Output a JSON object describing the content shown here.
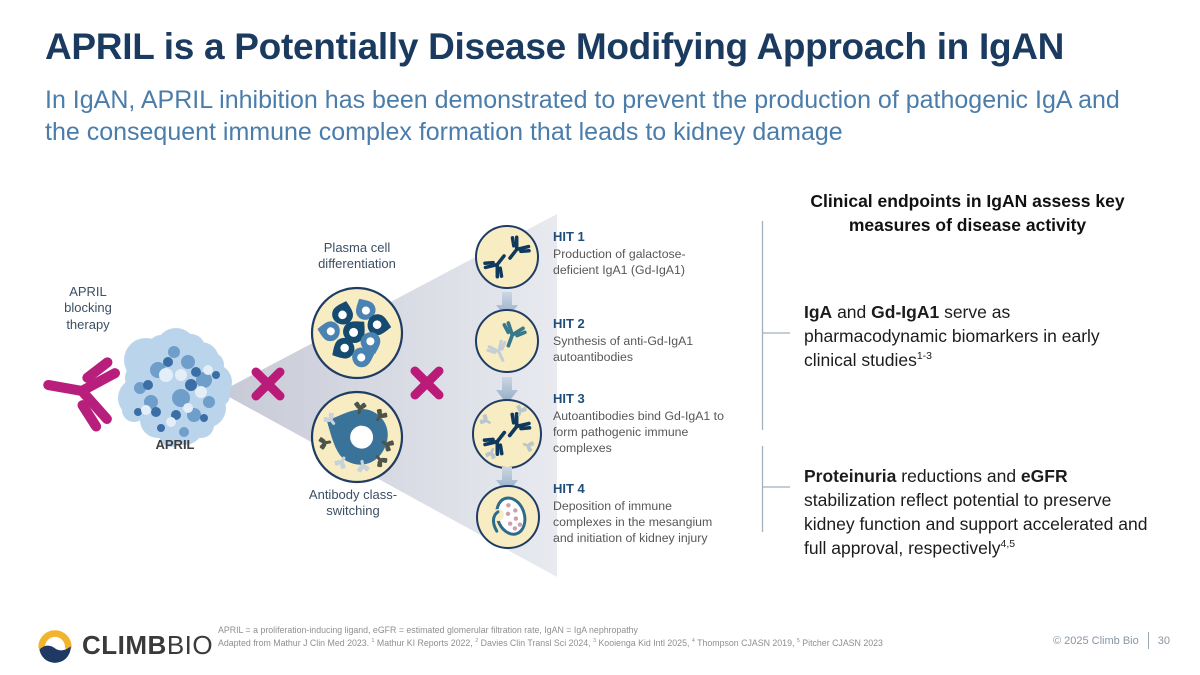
{
  "slide": {
    "title": "APRIL is a Potentially Disease Modifying Approach in IgAN",
    "subtitle": "In IgAN, APRIL inhibition has been demonstrated to prevent the production of pathogenic IgA and the consequent immune complex formation that leads to kidney damage"
  },
  "diagram": {
    "april_blocking_label": "APRIL blocking therapy",
    "april_label": "APRIL",
    "plasma_label": "Plasma cell differentiation",
    "antibody_label": "Antibody class-switching",
    "hits": [
      {
        "title": "HIT 1",
        "desc": "Production of galactose-deficient IgA1 (Gd-IgA1)",
        "icon": "iga1-antibody-pair-icon"
      },
      {
        "title": "HIT 2",
        "desc": "Synthesis of anti-Gd-IgA1 autoantibodies",
        "icon": "autoantibody-icon"
      },
      {
        "title": "HIT 3",
        "desc": "Autoantibodies bind Gd-IgA1 to form pathogenic immune complexes",
        "icon": "immune-complex-icon"
      },
      {
        "title": "HIT 4",
        "desc": "Deposition of immune complexes in the mesangium and initiation of kidney injury",
        "icon": "kidney-icon"
      }
    ]
  },
  "right_panel": {
    "header": "Clinical endpoints in IgAN assess key measures of disease activity",
    "point1": [
      {
        "text": "IgA",
        "bold": true
      },
      {
        "text": " and "
      },
      {
        "text": "Gd-IgA1",
        "bold": true
      },
      {
        "text": " serve as pharmacodynamic biomarkers in early clinical studies"
      },
      {
        "text": "1-3",
        "sup": true
      }
    ],
    "point2": [
      {
        "text": "Proteinuria",
        "bold": true
      },
      {
        "text": " reductions and "
      },
      {
        "text": "eGFR",
        "bold": true
      },
      {
        "text": " stabilization reflect potential to preserve kidney function and support accelerated and full approval, respectively"
      },
      {
        "text": "4,5",
        "sup": true
      }
    ]
  },
  "footer": {
    "logo_bold": "CLIMB",
    "logo_light": "BIO",
    "footnote1": "APRIL = a proliferation-inducing ligand, eGFR = estimated glomerular filtration rate, IgAN = IgA nephropathy",
    "footnote2": [
      {
        "text": "Adapted from Mathur J Clin Med 2023. "
      },
      {
        "text": "1",
        "sup": true
      },
      {
        "text": " Mathur KI Reports 2022, "
      },
      {
        "text": "2",
        "sup": true
      },
      {
        "text": " Davies Clin Transl Sci 2024, "
      },
      {
        "text": "3",
        "sup": true
      },
      {
        "text": " Kooienga Kid Intl 2025, "
      },
      {
        "text": "4",
        "sup": true
      },
      {
        "text": " Thompson CJASN 2019, "
      },
      {
        "text": "5",
        "sup": true
      },
      {
        "text": " Pitcher CJASN 2023"
      }
    ],
    "copyright": "© 2025 Climb Bio",
    "page": "30"
  },
  "colors": {
    "title": "#1b3a5f",
    "subtitle": "#4b7dab",
    "magenta": "#b81f7d",
    "navy_border": "#1e3c64",
    "circle_fill": "#f8ecc3",
    "hit_title": "#1f4e79",
    "beam": "#cdd0db",
    "arrow": "#8ea9c6",
    "logo_yellow": "#f2b42d",
    "logo_navy": "#1f3864"
  }
}
